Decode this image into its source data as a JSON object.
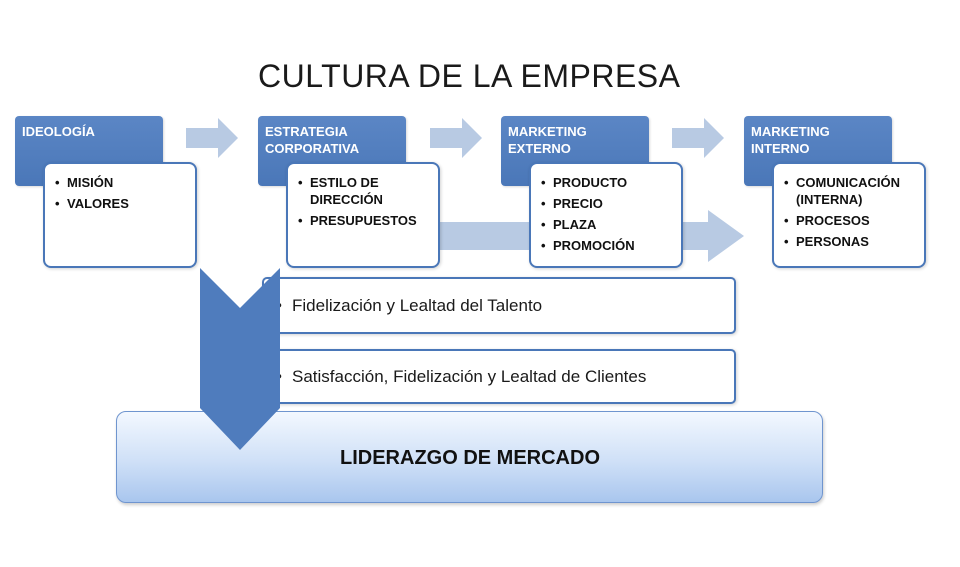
{
  "title": "CULTURA DE LA EMPRESA",
  "stages": [
    {
      "header": [
        "IDEOLOGÍA"
      ],
      "items": [
        "MISIÓN",
        "VALORES"
      ]
    },
    {
      "header": [
        "ESTRATEGIA",
        "CORPORATIVA"
      ],
      "items": [
        "ESTILO DE DIRECCIÓN",
        "PRESUPUESTOS"
      ]
    },
    {
      "header": [
        "MARKETING",
        "EXTERNO"
      ],
      "items": [
        "PRODUCTO",
        "PRECIO",
        "PLAZA",
        "PROMOCIÓN"
      ]
    },
    {
      "header": [
        "MARKETING",
        "INTERNO"
      ],
      "items": [
        "COMUNICACIÓN (INTERNA)",
        "PROCESOS",
        "PERSONAS"
      ]
    }
  ],
  "outcomes": [
    "Fidelización y Lealtad del Talento",
    "Satisfacción, Fidelización y Lealtad de Clientes"
  ],
  "result": "LIDERAZGO DE MERCADO",
  "colors": {
    "header_fill": "#4a77b8",
    "arrow_light": "#b8cae3",
    "border": "#4a77b8"
  }
}
